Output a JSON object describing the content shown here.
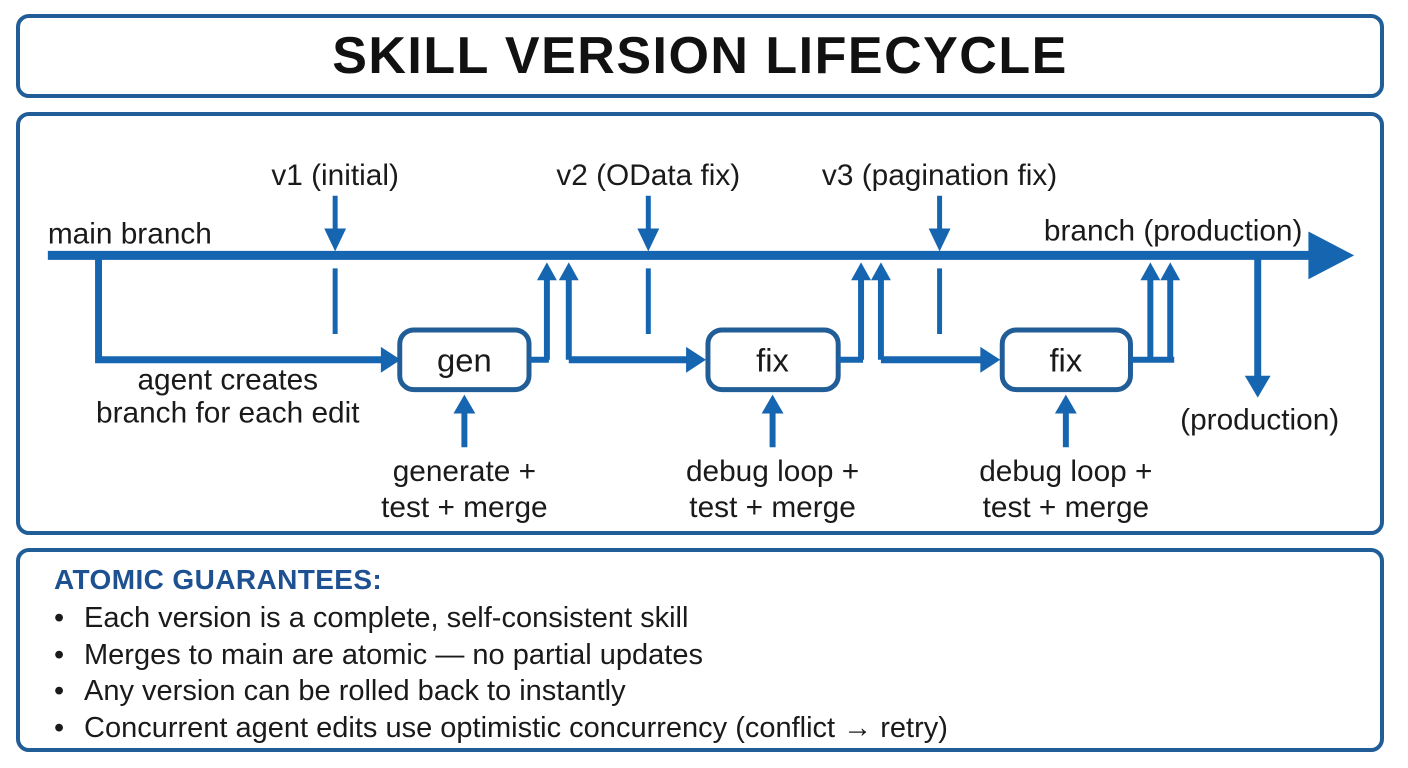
{
  "title": "SKILL VERSION LIFECYCLE",
  "diagram": {
    "main_branch_label": "main branch",
    "branch_production_label": "branch (production)",
    "production_label": "(production)",
    "versions": [
      {
        "label": "v1 (initial)"
      },
      {
        "label": "v2 (OData fix)"
      },
      {
        "label": "v3 (pagination fix)"
      }
    ],
    "boxes": [
      {
        "label": "gen",
        "caption_line1": "generate +",
        "caption_line2": "test + merge"
      },
      {
        "label": "fix",
        "caption_line1": "debug loop +",
        "caption_line2": "test + merge"
      },
      {
        "label": "fix",
        "caption_line1": "debug loop +",
        "caption_line2": "test + merge"
      }
    ],
    "branch_note_line1": "agent creates",
    "branch_note_line2": "branch for each edit",
    "colors": {
      "line_blue": "#1565b1",
      "border_blue": "#215d97",
      "heading_blue": "#1d5192",
      "text": "#1a1a1a"
    }
  },
  "guarantees": {
    "heading": "ATOMIC GUARANTEES:",
    "bullet_char": "•",
    "bullets": [
      "Each version is a complete, self-consistent skill",
      "Merges to main are atomic — no partial updates",
      "Any version can be rolled back to instantly",
      "Concurrent agent edits use optimistic concurrency (conflict → retry)"
    ]
  }
}
